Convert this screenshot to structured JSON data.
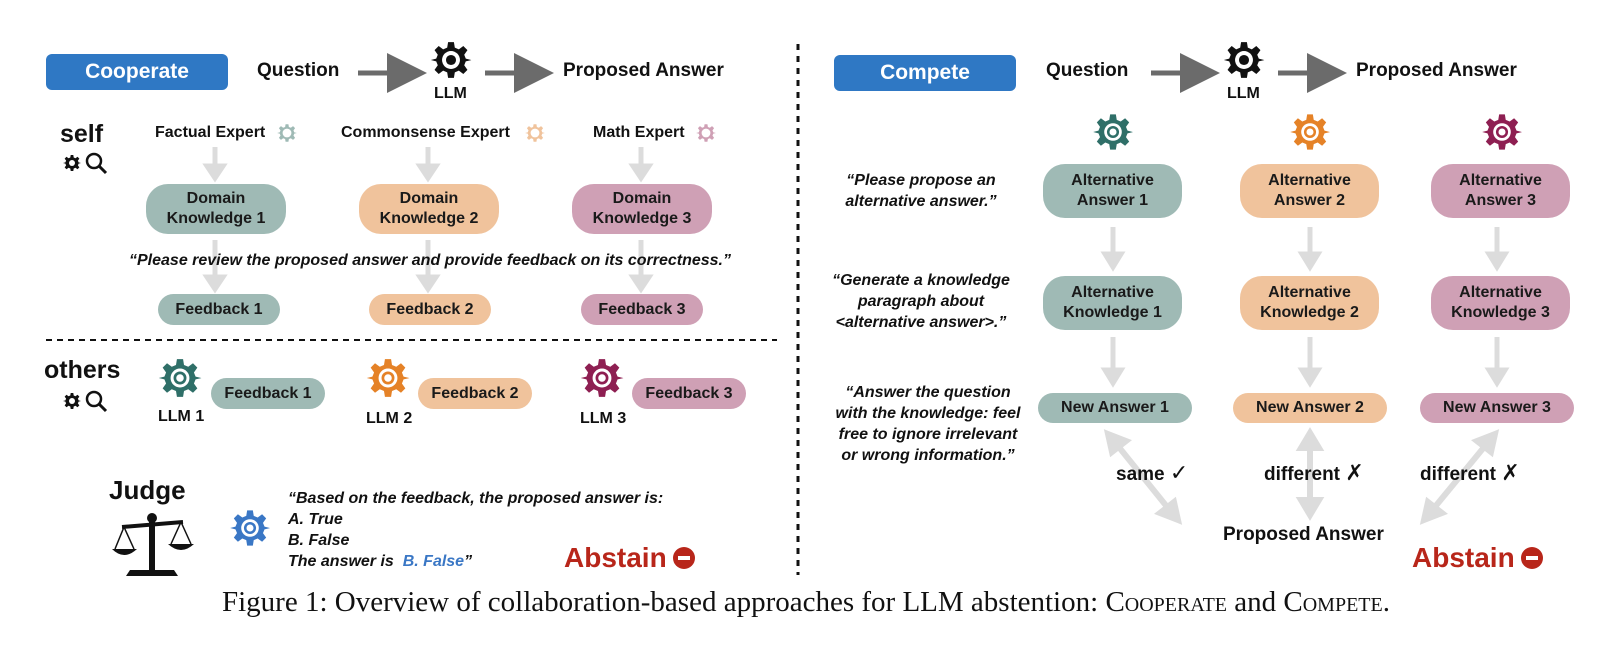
{
  "cooperate": {
    "tag": "Cooperate",
    "flow": {
      "question": "Question",
      "llm": "LLM",
      "proposed": "Proposed Answer"
    },
    "self_label": "self",
    "experts": [
      {
        "name": "Factual Expert",
        "knowledge": "Domain\nKnowledge 1",
        "feedback": "Feedback 1"
      },
      {
        "name": "Commonsense Expert",
        "knowledge": "Domain\nKnowledge 2",
        "feedback": "Feedback 2"
      },
      {
        "name": "Math Expert",
        "knowledge": "Domain\nKnowledge 3",
        "feedback": "Feedback 3"
      }
    ],
    "review_prompt": "“Please review the proposed answer and provide feedback on its correctness.”",
    "others_label": "others",
    "others": [
      {
        "llm": "LLM 1",
        "feedback": "Feedback 1"
      },
      {
        "llm": "LLM 2",
        "feedback": "Feedback 2"
      },
      {
        "llm": "LLM 3",
        "feedback": "Feedback 3"
      }
    ],
    "judge_label": "Judge",
    "judge_prompt": {
      "line1": "“Based on the feedback, the proposed answer is:",
      "line2": "A. True",
      "line3": "B. False",
      "line4_prefix": "The answer is",
      "line4_answer": "B. False",
      "line4_suffix": "”"
    },
    "abstain": "Abstain"
  },
  "compete": {
    "tag": "Compete",
    "flow": {
      "question": "Question",
      "llm": "LLM",
      "proposed": "Proposed Answer"
    },
    "prompts": [
      "“Please propose an\nalternative answer.”",
      "“Generate a knowledge\nparagraph about\n<alternative answer>.”",
      "“Answer the question\nwith the knowledge: feel\nfree to ignore irrelevant\nor wrong information.”"
    ],
    "columns": [
      {
        "alt_answer": "Alternative\nAnswer 1",
        "alt_knowledge": "Alternative\nKnowledge 1",
        "new_answer": "New Answer 1",
        "relation": "same",
        "mark": "✓"
      },
      {
        "alt_answer": "Alternative\nAnswer 2",
        "alt_knowledge": "Alternative\nKnowledge 2",
        "new_answer": "New Answer 2",
        "relation": "different",
        "mark": "✗"
      },
      {
        "alt_answer": "Alternative\nAnswer 3",
        "alt_knowledge": "Alternative\nKnowledge 3",
        "new_answer": "New Answer 3",
        "relation": "different",
        "mark": "✗"
      }
    ],
    "proposed_answer": "Proposed Answer",
    "abstain": "Abstain"
  },
  "caption": {
    "prefix": "Figure 1: Overview of collaboration-based approaches for LLM abstention: ",
    "cooperate": "Cooperate",
    "middle": " and ",
    "compete": "Compete",
    "suffix": "."
  },
  "colors": {
    "tag_blue": "#2f78c4",
    "teal": "#2f6f68",
    "orange": "#e58227",
    "magenta": "#8e1f52",
    "judge_blue": "#3a77c5",
    "abstain_red": "#b8261a",
    "arrow_gray": "#dcdcdc",
    "flow_arrow": "#6b6b6b"
  },
  "icons": {
    "llm": "gear-icon",
    "self_other": "gear-magnifier-icon",
    "judge": "scales-icon",
    "abstain": "minus-circle-icon"
  }
}
